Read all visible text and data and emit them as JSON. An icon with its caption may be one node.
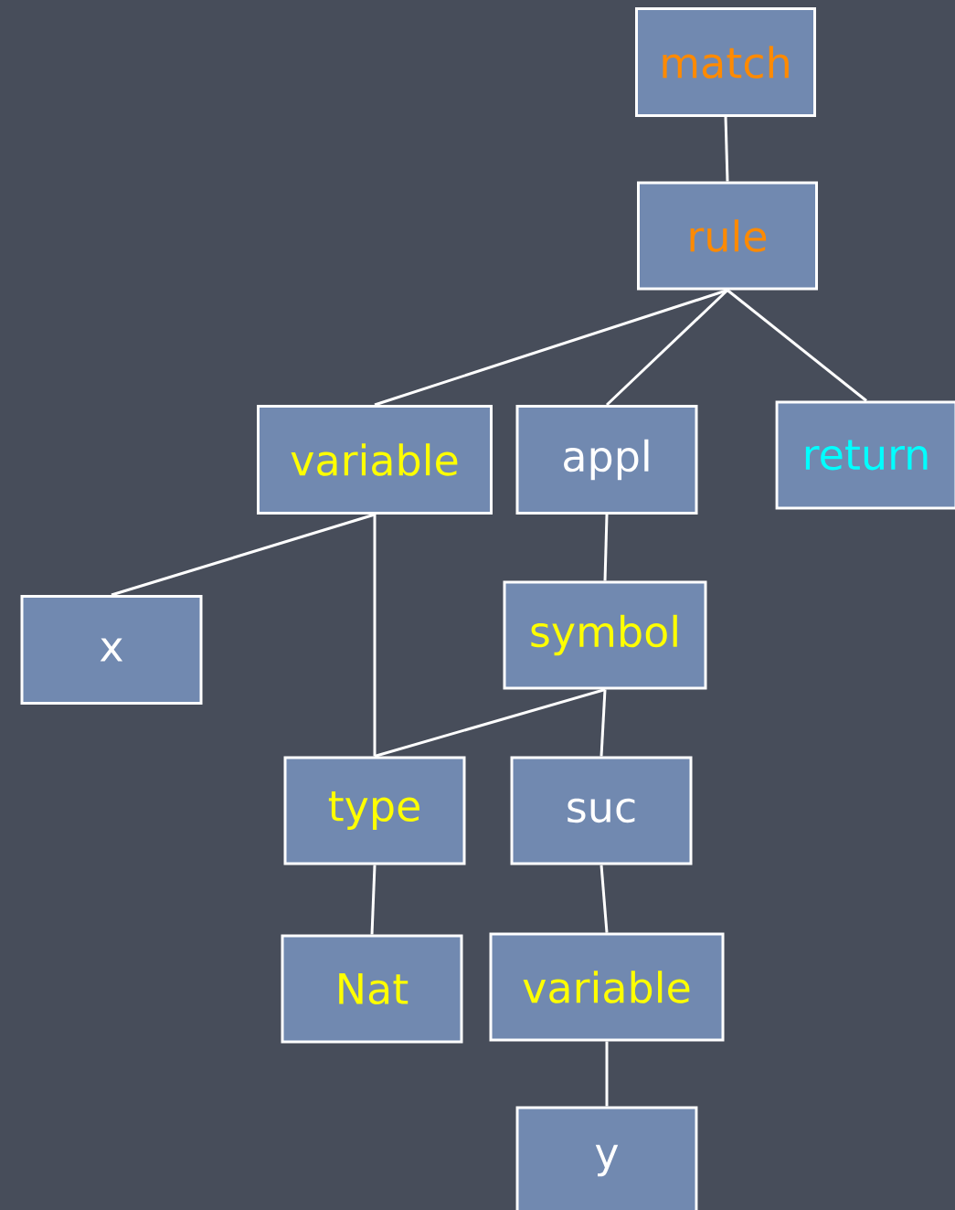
{
  "diagram": {
    "nodes": [
      {
        "text": [
          "match"
        ]
      },
      {
        "text": [
          "rule"
        ]
      },
      {
        "text": [
          "variable"
        ]
      },
      {
        "text": [
          "appl"
        ]
      },
      {
        "text": [
          "return"
        ]
      },
      {
        "text": [
          "x"
        ]
      },
      {
        "text": [
          "symbol"
        ]
      },
      {
        "text": [
          "type"
        ]
      },
      {
        "text": [
          "suc"
        ]
      },
      {
        "text": [
          "Nat"
        ]
      },
      {
        "text": [
          "variable"
        ]
      },
      {
        "text": [
          "y"
        ]
      }
    ],
    "edges": [
      {
        "from": 0,
        "to": 1,
        "arrow": "none"
      },
      {
        "from": 1,
        "to": 2,
        "arrow": "none"
      },
      {
        "from": 1,
        "to": 3,
        "arrow": "none"
      },
      {
        "from": 1,
        "to": 4,
        "arrow": "none"
      },
      {
        "from": 2,
        "to": 5,
        "arrow": "none"
      },
      {
        "from": 2,
        "to": 7,
        "arrow": "none"
      },
      {
        "from": 3,
        "to": 6,
        "arrow": "none"
      },
      {
        "from": 6,
        "to": 7,
        "arrow": "none"
      },
      {
        "from": 6,
        "to": 8,
        "arrow": "none"
      },
      {
        "from": 7,
        "to": 9,
        "arrow": "none"
      },
      {
        "from": 8,
        "to": 10,
        "arrow": "none"
      },
      {
        "from": 10,
        "to": 11,
        "arrow": "none"
      }
    ]
  }
}
